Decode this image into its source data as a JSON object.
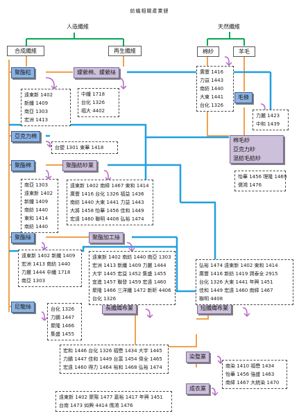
{
  "title": "紡織相關產業鏈",
  "top": {
    "manmade": "人造纖維",
    "natural": "天然纖維",
    "synthetic": "合成纖維",
    "regenerated": "再生纖維",
    "cotton": "棉紗",
    "wool": "羊毛",
    "wool_strip": "毛條"
  },
  "left_nodes": {
    "polyamide": "聚酯粒",
    "acrylic": "亞克力棉",
    "polyester_staple": "聚酯棉",
    "polyester_filament": "聚酯絲",
    "spandex": "尼龍絲"
  },
  "mid_nodes": {
    "cellulose": "嫘縈棉、嫘縈絲",
    "spinning": "聚酯紡紗業",
    "texturing": "聚酯加工絲"
  },
  "right_nodes": {
    "blended_yarn": [
      "棉毛紗",
      "亞克力紗",
      "混紡毛紡紗"
    ],
    "long_fiber_weaving": "長纖織布業",
    "short_fiber_weaving": "短纖織布業",
    "dyeing": "染整業",
    "garment": "成衣業"
  },
  "lists": {
    "polyamide": [
      "遠東新 1402",
      "新纖 1409",
      "南亞 1303",
      "宏洲 1413"
    ],
    "cellulose": [
      "中纖 1718",
      "台化 1326",
      "福大 4402"
    ],
    "acrylic": [
      "台塑 1301 東華 1418"
    ],
    "polyester_staple": [
      "南亞 1303",
      "遠東新 1402",
      "新纖 1409",
      "南紡 1440",
      "東和 1414",
      "南紡 1440"
    ],
    "spinning": [
      "遠東新 1402 南緯 1467 東和 1414",
      "廣豐 1416 台化 1326 福益 1436",
      "南紡 1440 大東 1441 力益 1443",
      "大將 1458 怡華 1456 佳和 1449",
      "宏遠 1460 聯明 4408 弘裕 1474"
    ],
    "polyester_filament": [
      "遠東新 1402 新纖 1409",
      "宏洲 1413 南紡 1440",
      "力麗 1444 中纖 1718",
      "南亞 1303"
    ],
    "texturing": [
      "遠東新 1402 南紡 1440 南亞 1303",
      "宏洲 1413 新纖 1409 力麗 1444",
      "大宇 1445 宏益 1452 集盛 1455",
      "宜進 1457 聯發 1459 宏遠 1460",
      "聚隆 1466 三洋纖 1472 新昕 4406",
      "台化 1326"
    ],
    "spandex": [
      "台化 1326",
      "力鵬 1447",
      "聚隆 1466",
      "集盛 1455"
    ],
    "cotton_makers": [
      "廣豐 1416",
      "力益 1443",
      "南紡 1440",
      "大東 1441",
      "台化 1326"
    ],
    "wool_strip": [
      "力麗 1423",
      "中和 1439"
    ],
    "blended": [
      "怡華 1456 理隆 1469",
      "儒鴻 1476"
    ],
    "short_weave": [
      "弘裕 1474 遠東新 1402 東和 1414",
      "廣豐 1416 新紡 1419 潤泰全 2915",
      "台化 1326 大東 1441 年興 1451",
      "佳和 1449 宏遠 1460 南緯 1467",
      "聯明 4408"
    ],
    "long_weave": [
      "宏和 1446 台化 1326 福懋 1434 大宇 1445",
      "力鵬 1447 佳和 1449 台富 1454 偉全 1465",
      "宏遠 1460 得力 1464 裕和 1468 弘裕 1474"
    ],
    "dyeing": [
      "南染 1410 福懋 1434",
      "怡華 1456 強盛 1463",
      "南緯 1467 大統染 1470"
    ],
    "garment": [
      "遠東新 1402 聚陽 1477 嘉裕 1417 年興 1451",
      "台南 1473 如興 4414 儒鴻 1476"
    ]
  },
  "colors": {
    "green": "#00a84f",
    "orange": "#f0a04b",
    "blue": "#1f9fe0",
    "node_blue": "#8db3e2",
    "node_purple": "#ccc0da",
    "arrow_purple": "#b565c8"
  }
}
